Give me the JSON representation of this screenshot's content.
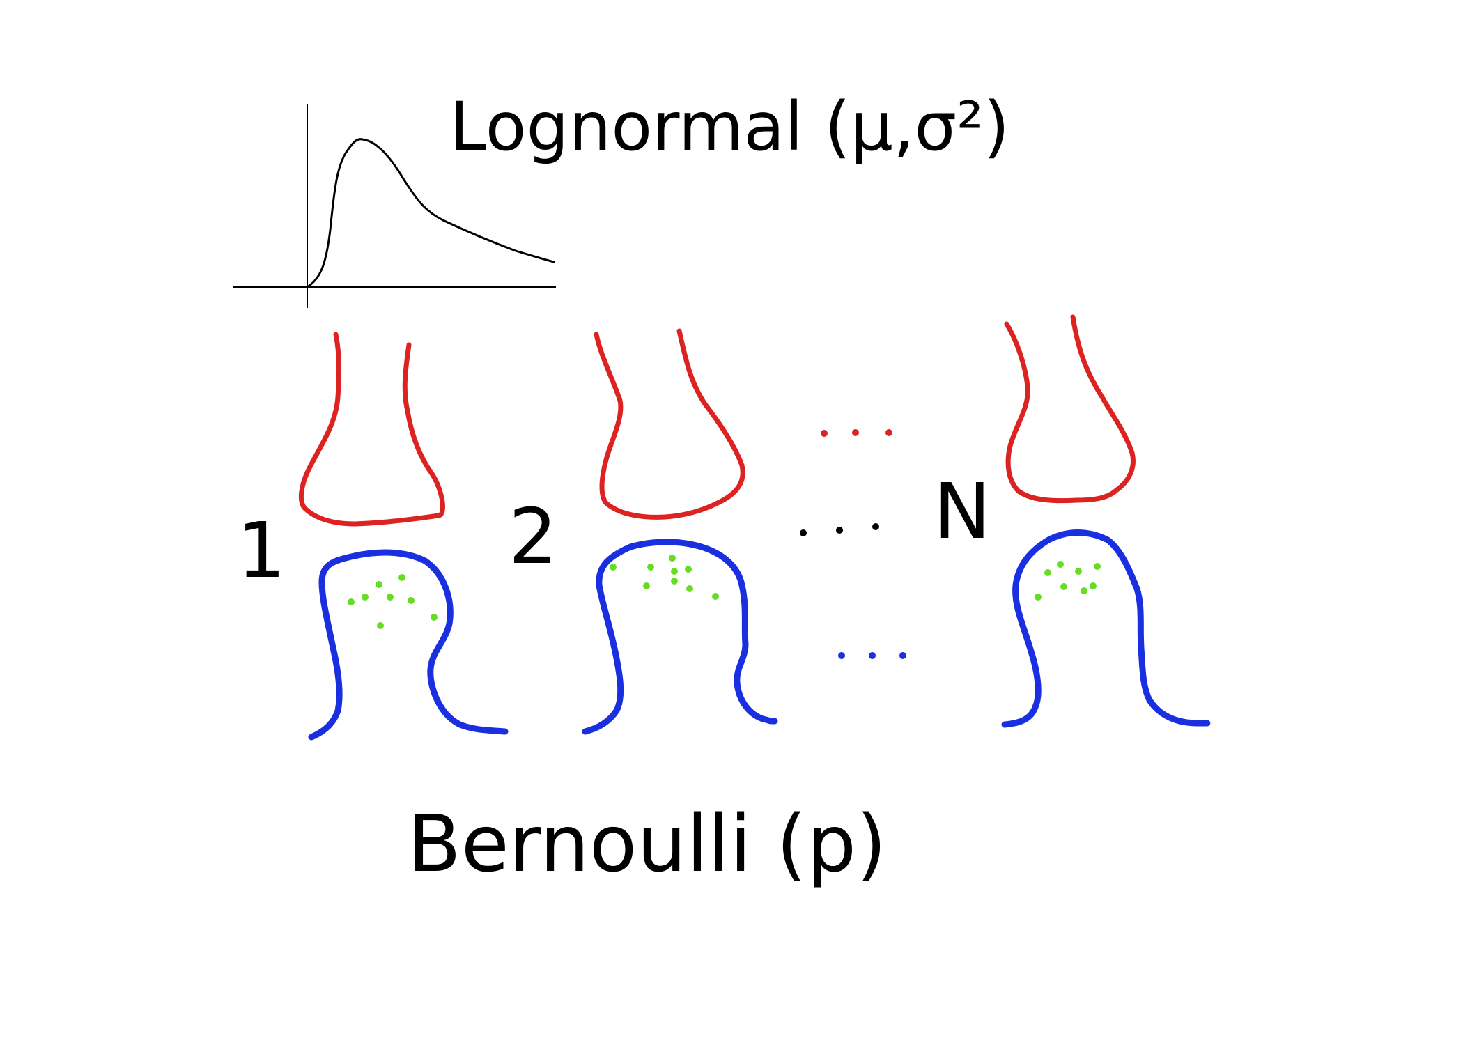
{
  "diagram": {
    "title_top": "Lognormal (μ,σ²)",
    "title_bottom": "Bernoulli (p)",
    "synapse_labels": [
      "1",
      "2",
      "N"
    ],
    "ellipsis": ". . .",
    "colors": {
      "presynaptic": "#dd2222",
      "postsynaptic": "#1a2fe0",
      "vesicles": "#66dd22",
      "ink": "#000000"
    },
    "icons": [
      "lognormal-density-plot",
      "presynaptic-terminal",
      "postsynaptic-terminal",
      "vesicle-dots"
    ]
  }
}
